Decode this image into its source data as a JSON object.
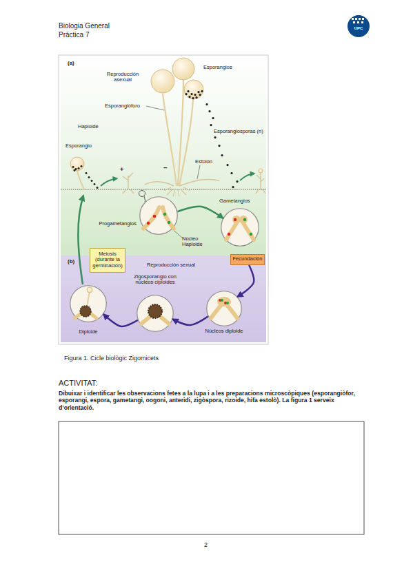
{
  "diagram": {
    "caption": "Figura 1. Cicle biològic Zigomicets",
    "nodes": [
      {
        "text": [
          "(a)",
          "Reproducción asexual",
          "Haploide"
        ]
      },
      {
        "text": [
          "(b)",
          "Reproducción sexual"
        ]
      },
      {
        "text": [
          "Progametangios",
          "Núcleo Haploide"
        ],
        "in": 0
      },
      {
        "text": [
          "Gametangios"
        ],
        "in": 0
      },
      {
        "text": [
          "Meiosis (durante la germinación)"
        ]
      },
      {
        "text": [
          "Fecundación"
        ]
      },
      {
        "text": [
          "Núcleos diploide"
        ],
        "in": 1
      },
      {
        "text": [
          "Zigosporangio con núcleos ciploides"
        ],
        "in": 1
      },
      {
        "text": [
          "Diploide"
        ],
        "in": 1
      }
    ],
    "edges": [
      {
        "from": 2,
        "to": 3,
        "arrow": "to"
      },
      {
        "from": 5,
        "to": 6,
        "arrow": "to"
      },
      {
        "from": 6,
        "to": 7,
        "arrow": "to"
      },
      {
        "from": 7,
        "to": 8,
        "arrow": "to"
      }
    ],
    "labels": [
      "Biologia General",
      "Pràctica 7",
      "UPC",
      "Esporangios",
      "Esporangióforo",
      "Esporangiosporas (n)",
      "Esporangio",
      "Estolón",
      "+",
      "–",
      "ACTIVITAT:",
      "Dibuixar i identificar les observacions fetes a la lupa i a les preparacions microscòpiques (esporangiòfor, esporangi, espora, gametangi, oogoni, anteridi, zigòspora, rizoide, hifa estolò). La figura 1 serveix d’orientació.",
      "2"
    ]
  }
}
